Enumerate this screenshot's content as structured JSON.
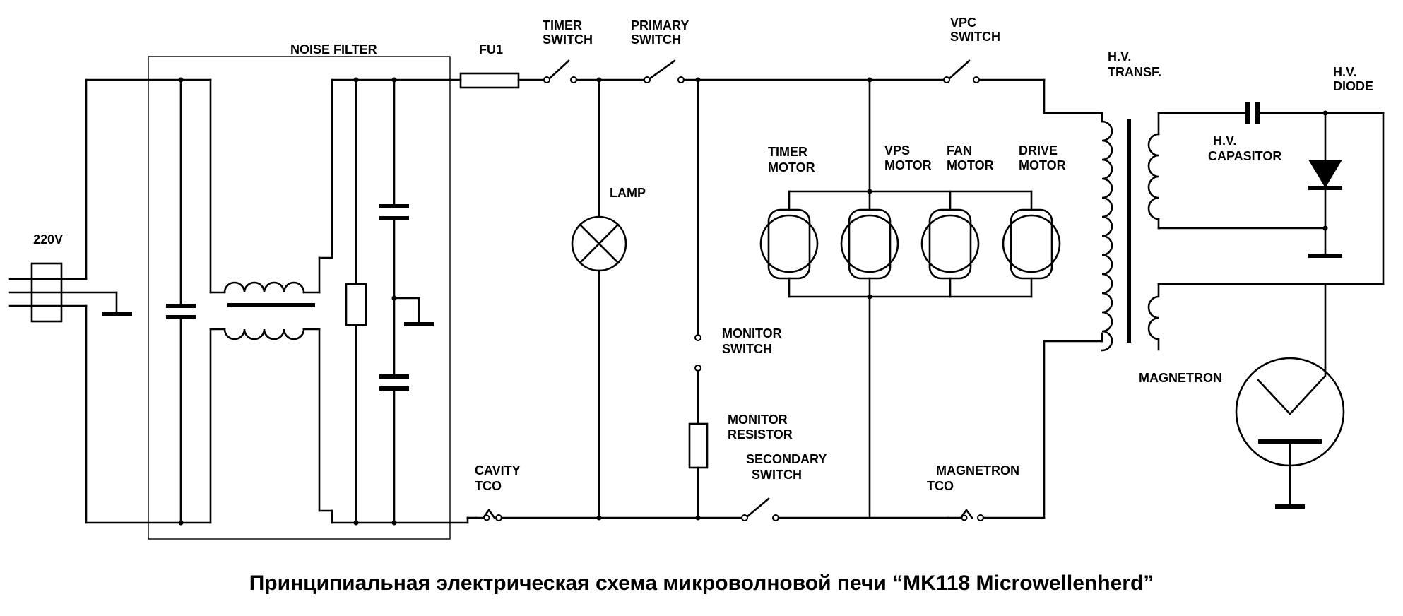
{
  "labels": {
    "noise_filter": "NOISE FILTER",
    "fu1": "FU1",
    "timer_switch": [
      "TIMER",
      "SWITCH"
    ],
    "primary_switch": [
      "PRIMARY",
      "SWITCH"
    ],
    "vpc_switch": [
      "VPC",
      "SWITCH"
    ],
    "hv_transf": [
      "H.V.",
      "TRANSF."
    ],
    "hv_diode": [
      "H.V.",
      "DIODE"
    ],
    "hv_capacitor": [
      "H.V.",
      "CAPASITOR"
    ],
    "timer_motor": [
      "TIMER",
      "MOTOR"
    ],
    "vps_motor": [
      "VPS",
      "MOTOR"
    ],
    "fan_motor": [
      "FAN",
      "MOTOR"
    ],
    "drive_motor": [
      "DRIVE",
      "MOTOR"
    ],
    "lamp": "LAMP",
    "supply": "220V",
    "monitor_switch": [
      "MONITOR",
      "SWITCH"
    ],
    "monitor_resistor": [
      "MONITOR",
      "RESISTOR"
    ],
    "cavity_tco": [
      "CAVITY",
      "TCO"
    ],
    "secondary_switch": [
      "SECONDARY",
      "SWITCH"
    ],
    "magnetron_tco": [
      "MAGNETRON",
      "TCO"
    ],
    "magnetron": "MAGNETRON"
  },
  "caption": "Принципиальная электрическая схема микроволновой печи “MK118 Microwellenherd”"
}
